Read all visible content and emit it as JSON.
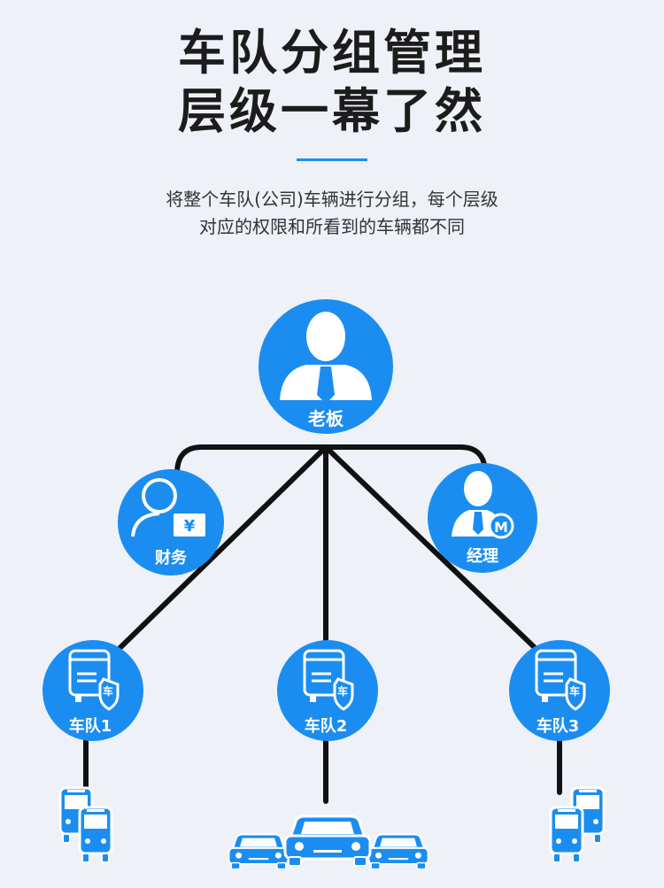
{
  "header": {
    "title_line1": "车队分组管理",
    "title_line2": "层级一幕了然",
    "subtitle_line1": "将整个车队(公司)车辆进行分组，每个层级",
    "subtitle_line2": "对应的权限和所看到的车辆都不同"
  },
  "nodes": {
    "boss": "老板",
    "finance": "财务",
    "manager": "经理",
    "fleet1": "车队1",
    "fleet2": "车队2",
    "fleet3": "车队3"
  },
  "icons": {
    "currency_symbol": "¥",
    "manager_badge": "M",
    "shield_char": "车"
  },
  "colors": {
    "accent": "#1b8df0",
    "line": "#111111",
    "background": "#eef1f8"
  }
}
